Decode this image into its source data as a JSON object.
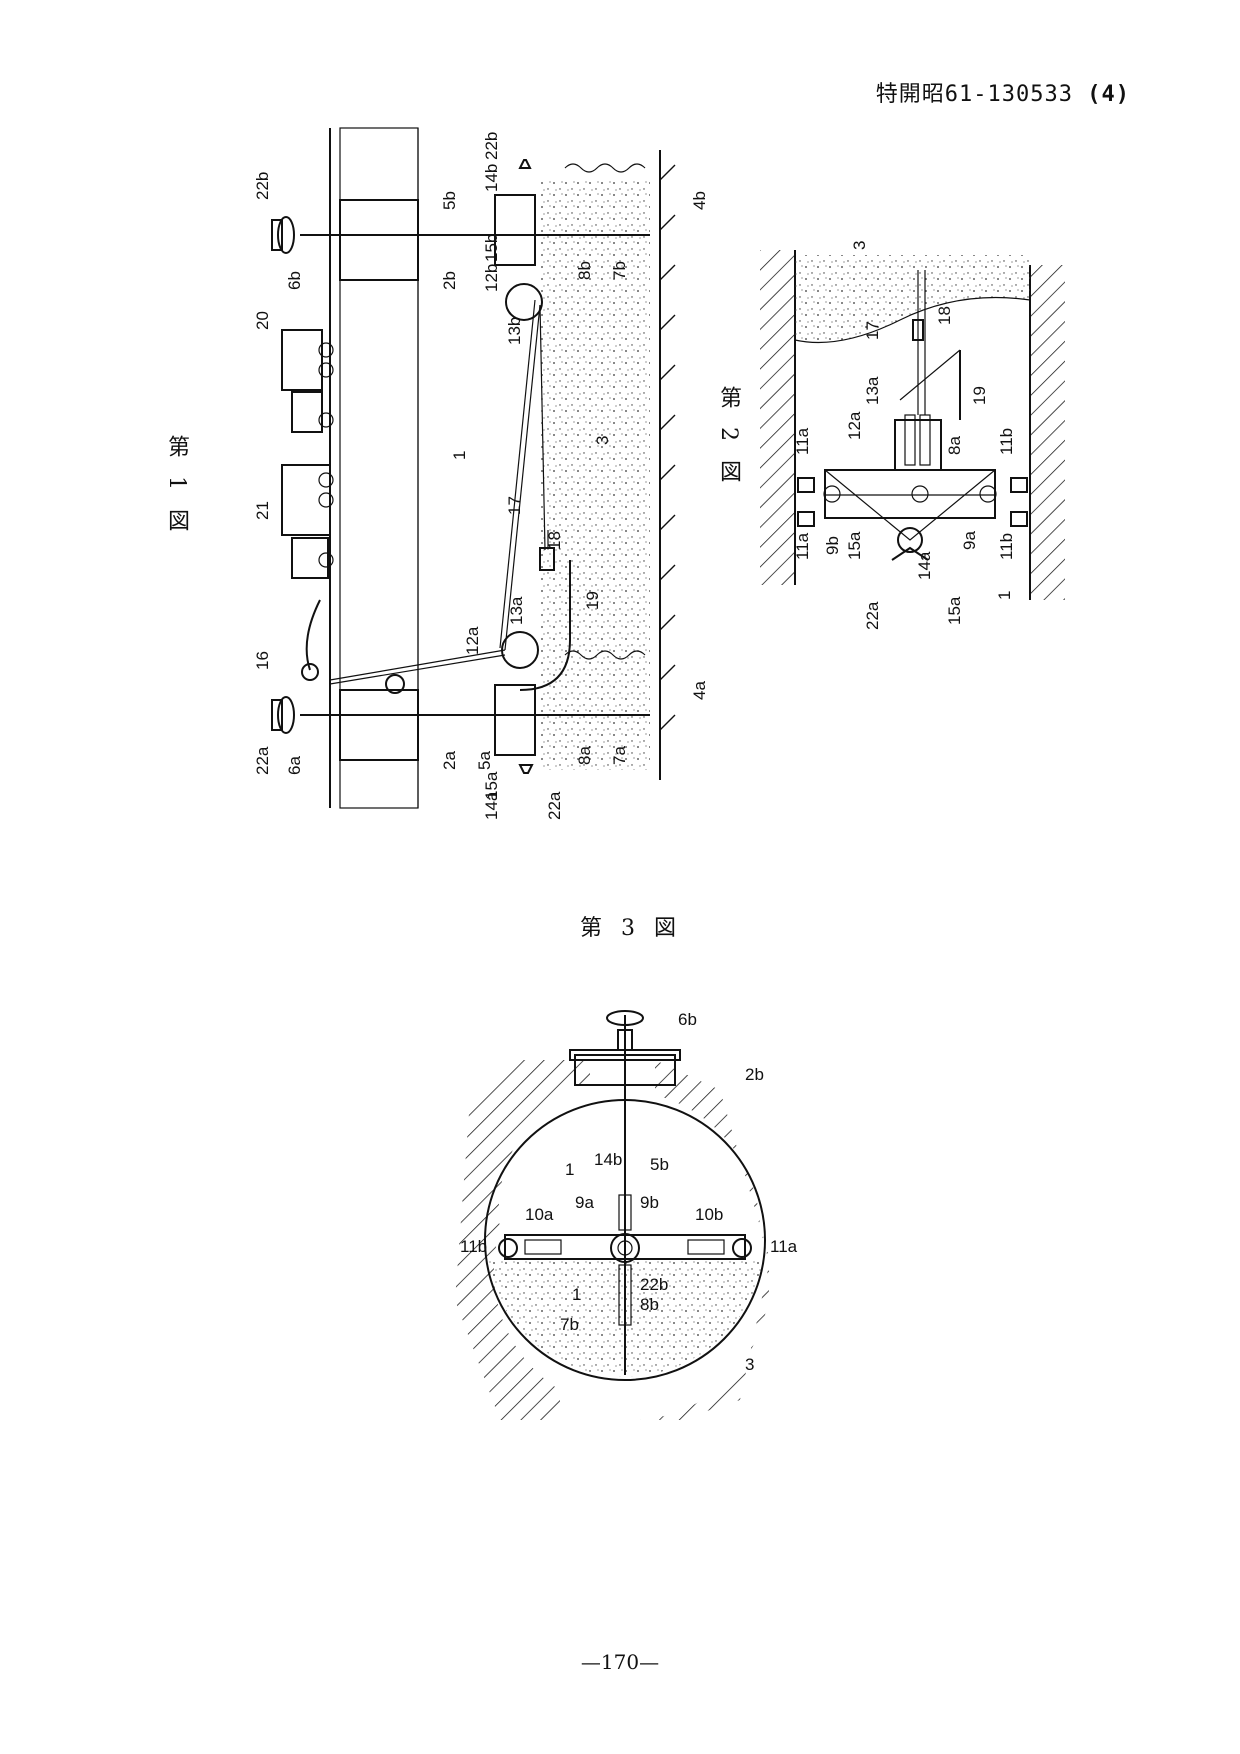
{
  "header": {
    "doc_number": "特開昭61-130533",
    "page_marker": "(4)"
  },
  "figure1": {
    "title": "第 1 図",
    "labels": [
      "22b",
      "5b",
      "14b",
      "22b",
      "4b",
      "2b",
      "15b",
      "12b",
      "8b",
      "7b",
      "6b",
      "13b",
      "20",
      "1",
      "3",
      "21",
      "17",
      "18",
      "19",
      "13a",
      "12a",
      "16",
      "22a",
      "6a",
      "2a",
      "5a",
      "15a",
      "14a",
      "8a",
      "7a",
      "4a",
      "22a"
    ]
  },
  "figure2": {
    "title": "第 2 図",
    "labels": [
      "3",
      "17",
      "18",
      "13a",
      "12a",
      "19",
      "11a",
      "8a",
      "11b",
      "9b",
      "9a",
      "15a",
      "11b",
      "11a",
      "14a",
      "22a",
      "15a",
      "1"
    ]
  },
  "figure3": {
    "title": "第 3 図",
    "labels": [
      "6b",
      "2b",
      "5b",
      "14b",
      "1",
      "9a",
      "9b",
      "10a",
      "10b",
      "11b",
      "11a",
      "22b",
      "8b",
      "1",
      "7b",
      "3"
    ]
  },
  "footer": {
    "page_number": "—170—"
  }
}
